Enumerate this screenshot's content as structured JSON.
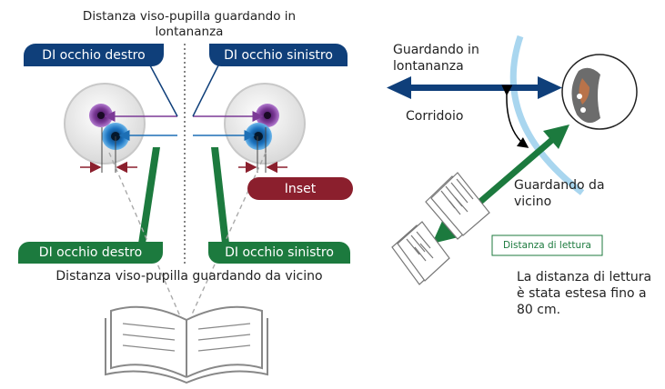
{
  "left": {
    "top_caption": [
      "Distanza viso-pupilla guardando in",
      "lontananza"
    ],
    "right_eye_far": "DI occhio destro",
    "left_eye_far": "DI occhio sinistro",
    "right_eye_near": "DI occhio destro",
    "left_eye_near": "DI occhio sinistro",
    "inset": "Inset",
    "bottom_caption": "Distanza viso-pupilla guardando da vicino"
  },
  "right": {
    "far_label": [
      "Guardando in",
      "lontananza"
    ],
    "corridor": "Corridoio",
    "near_label": [
      "Guardando da",
      "vicino"
    ],
    "reading_box": "Distanza di lettura",
    "note": [
      "La distanza di lettura",
      "è stata estesa fino a",
      "80 cm."
    ]
  },
  "colors": {
    "blue": "#0f3f7a",
    "green": "#1c7a3e",
    "red": "#8b1f2d",
    "purple": "#7b3a96",
    "light_blue": "#a9d6ef"
  }
}
